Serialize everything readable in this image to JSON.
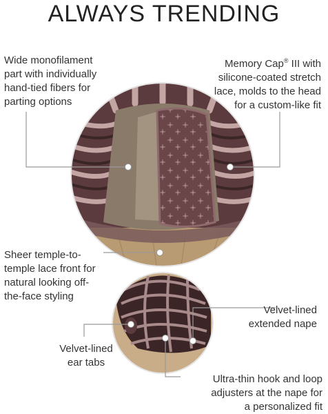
{
  "title": "ALWAYS TRENDING",
  "labels": {
    "monofilament": "Wide monofilament\npart with individually\nhand-tied fibers for\nparting options",
    "memory_cap_prefix": "Memory Cap",
    "memory_cap_mark": "®",
    "memory_cap_rest": " III with\nsilicone-coated stretch\nlace, molds to the head\nfor a custom-like fit",
    "sheer_lace": "Sheer temple-to-\ntemple lace front for\nnatural looking off-\nthe-face styling",
    "velvet_nape": "Velvet-lined\nextended nape",
    "ear_tabs": "Velvet-lined\near tabs",
    "hook_loop": "Ultra-thin hook and loop\nadjusters at the nape for\na personalized fit"
  },
  "colors": {
    "cap": "#5b3b3d",
    "cap_dark": "#3c2527",
    "mono": "#6e4a4c",
    "lace": "#8d7d6c",
    "hair": "#b89a73",
    "line": "#9a9a9a"
  }
}
